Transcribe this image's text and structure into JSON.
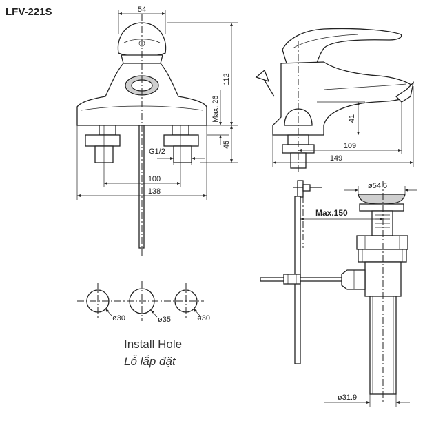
{
  "model": "LFV-221S",
  "front_view": {
    "dim_top_width": "54",
    "dim_height": "112",
    "dim_deck_max": "Max. 26",
    "dim_shank": "45",
    "dim_thread": "G1/2",
    "dim_centers": "100",
    "dim_base_width": "138"
  },
  "side_view": {
    "dim_spout_height": "41",
    "dim_spout_reach": "109",
    "dim_overall_length": "149"
  },
  "drain": {
    "dim_cap_diameter": "ø54.5",
    "dim_max_thickness": "Max.150",
    "dim_tail_diameter": "ø31.9"
  },
  "install": {
    "hole_left": "ø30",
    "hole_center": "ø35",
    "hole_right": "ø30",
    "caption_en": "Install Hole",
    "caption_vi": "Lỗ lắp đặt"
  }
}
